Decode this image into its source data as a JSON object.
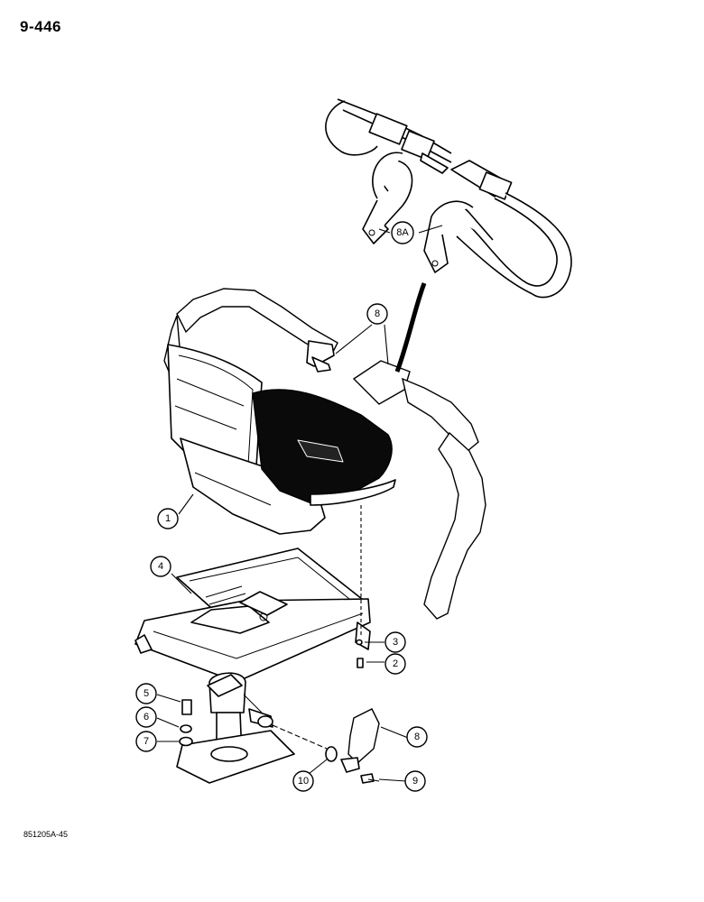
{
  "page_number": "9-446",
  "figure_code": "851205A-45",
  "callouts": {
    "c1": "1",
    "c2": "2",
    "c3": "3",
    "c4": "4",
    "c5": "5",
    "c6": "6",
    "c7": "7",
    "c8a": "8",
    "c8b": "8",
    "c8A": "8A",
    "c9": "9",
    "c10": "10"
  }
}
